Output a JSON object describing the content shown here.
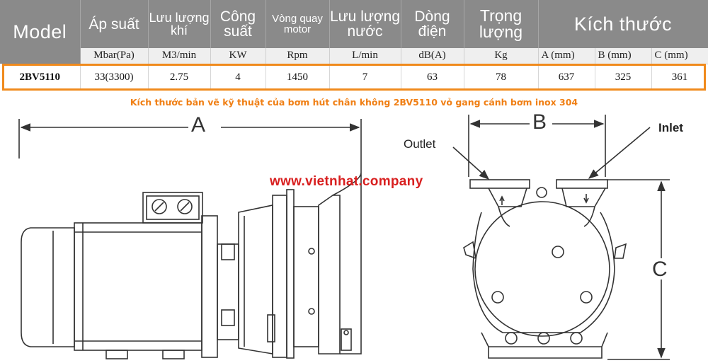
{
  "table": {
    "headers": {
      "model": "Model",
      "pressure": "Áp suất",
      "gas_flow": [
        "Lưu lượng",
        "khí"
      ],
      "power": [
        "Công",
        "suất"
      ],
      "speed": [
        "Vòng quay",
        "motor"
      ],
      "water_flow": [
        "Lưu lượng",
        "nước"
      ],
      "current": [
        "Dòng",
        "điện"
      ],
      "weight": [
        "Trọng",
        "lượng"
      ],
      "dimensions": "Kích thước"
    },
    "units": {
      "pressure": "Mbar(Pa)",
      "gas_flow": "M3/min",
      "power": "KW",
      "speed": "Rpm",
      "water_flow": "L/min",
      "current": "dB(A)",
      "weight": "Kg",
      "dim_a": "A (mm)",
      "dim_b": "B (mm)",
      "dim_c": "C (mm)"
    },
    "row": {
      "model": "2BV5110",
      "pressure": "33(3300)",
      "gas_flow": "2.75",
      "power": "4",
      "speed": "1450",
      "water_flow": "7",
      "current": "63",
      "weight": "78",
      "dim_a": "637",
      "dim_b": "325",
      "dim_c": "361"
    }
  },
  "caption": "Kích thước bản vẽ kỹ thuật của bơm hút chân không 2BV5110 vỏ gang cánh bơm inox 304",
  "website": "www.vietnhat.company",
  "drawing": {
    "dim_a_label": "A",
    "dim_b_label": "B",
    "dim_c_label": "C",
    "outlet_label": "Outlet",
    "inlet_label": "Inlet"
  },
  "colors": {
    "header_bg": "#8a8a8a",
    "unit_bg": "#efefef",
    "highlight": "#f08a1c",
    "caption": "#f07f14",
    "website": "#d81f1f",
    "line": "#333333"
  }
}
